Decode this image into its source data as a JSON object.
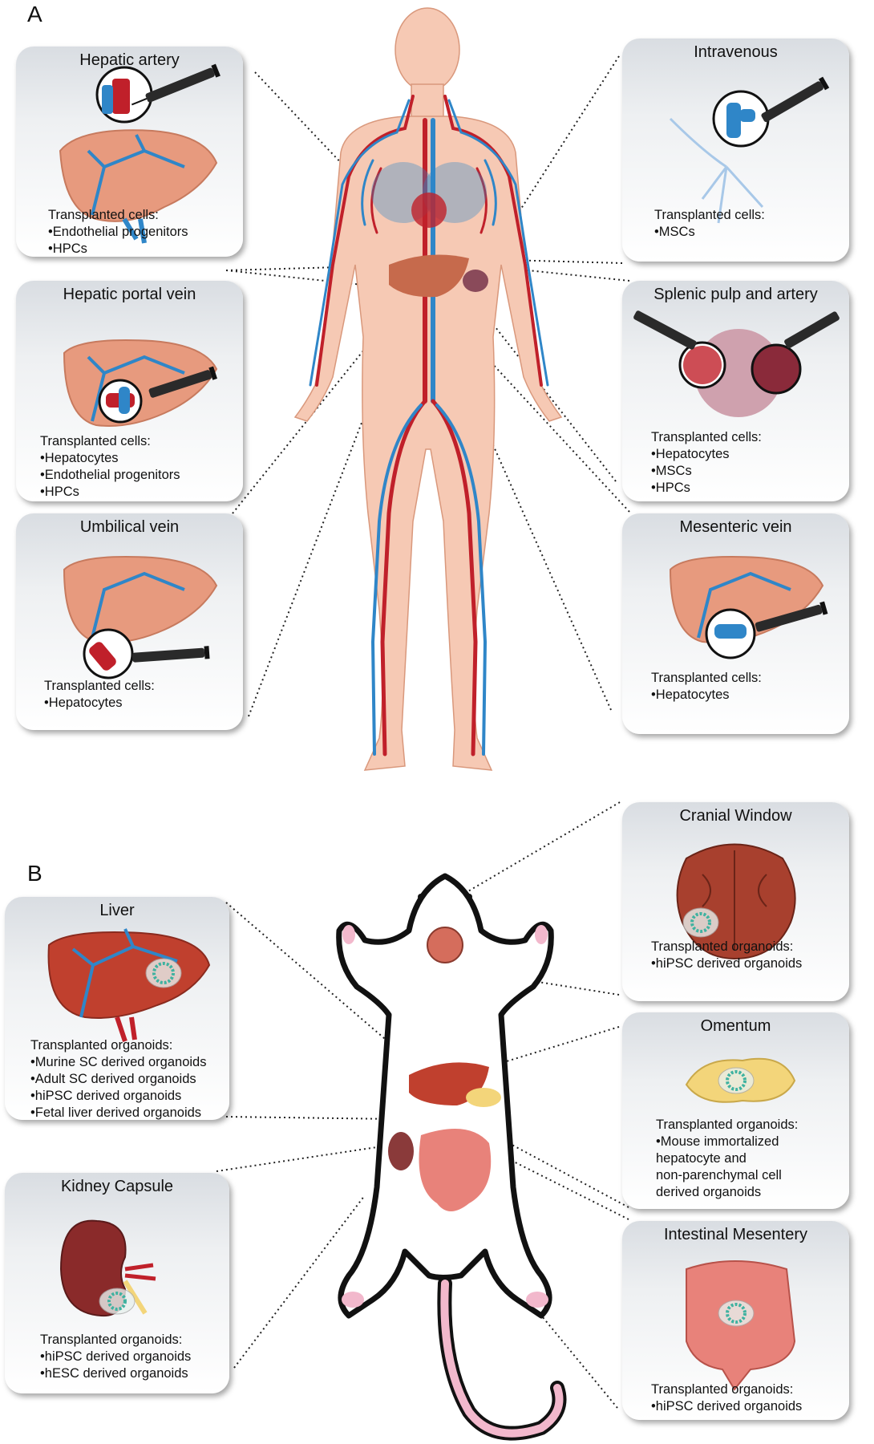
{
  "panels": {
    "a": {
      "letter": "A",
      "boxes": {
        "hepatic_artery": {
          "title": "Hepatic artery",
          "cells_label": "Transplanted cells:",
          "items": [
            "•Endothelial progenitors",
            "•HPCs"
          ]
        },
        "hepatic_portal_vein": {
          "title": "Hepatic portal vein",
          "cells_label": "Transplanted cells:",
          "items": [
            "•Hepatocytes",
            "•Endothelial progenitors",
            "•HPCs"
          ]
        },
        "umbilical_vein": {
          "title": "Umbilical vein",
          "cells_label": "Transplanted cells:",
          "items": [
            "•Hepatocytes"
          ]
        },
        "intravenous": {
          "title": "Intravenous",
          "cells_label": "Transplanted cells:",
          "items": [
            "•MSCs"
          ]
        },
        "splenic": {
          "title": "Splenic pulp and artery",
          "cells_label": "Transplanted cells:",
          "items": [
            "•Hepatocytes",
            "•MSCs",
            "•HPCs"
          ]
        },
        "mesenteric_vein": {
          "title": "Mesenteric vein",
          "cells_label": "Transplanted cells:",
          "items": [
            "•Hepatocytes"
          ]
        }
      }
    },
    "b": {
      "letter": "B",
      "boxes": {
        "liver": {
          "title": "Liver",
          "cells_label": "Transplanted organoids:",
          "items": [
            "•Murine SC derived organoids",
            "•Adult SC derived organoids",
            "•hiPSC derived organoids",
            "•Fetal liver derived organoids"
          ]
        },
        "kidney_capsule": {
          "title": "Kidney Capsule",
          "cells_label": "Transplanted organoids:",
          "items": [
            "•hiPSC derived organoids",
            "•hESC derived organoids"
          ]
        },
        "cranial_window": {
          "title": "Cranial Window",
          "cells_label": "Transplanted organoids:",
          "items": [
            "•hiPSC derived organoids"
          ]
        },
        "omentum": {
          "title": "Omentum",
          "cells_label": "Transplanted organoids:",
          "items": [
            "•Mouse immortalized",
            "hepatocyte and",
            "non-parenchymal cell",
            "derived organoids"
          ]
        },
        "intestinal_mesentery": {
          "title": "Intestinal Mesentery",
          "cells_label": "Transplanted organoids:",
          "items": [
            "•hiPSC derived organoids"
          ]
        }
      }
    }
  },
  "colors": {
    "artery": "#c0202a",
    "vein": "#2f86c8",
    "skin": "#f6c9b4",
    "liver": "#e08a6a",
    "box_top": "#d9dde2"
  }
}
